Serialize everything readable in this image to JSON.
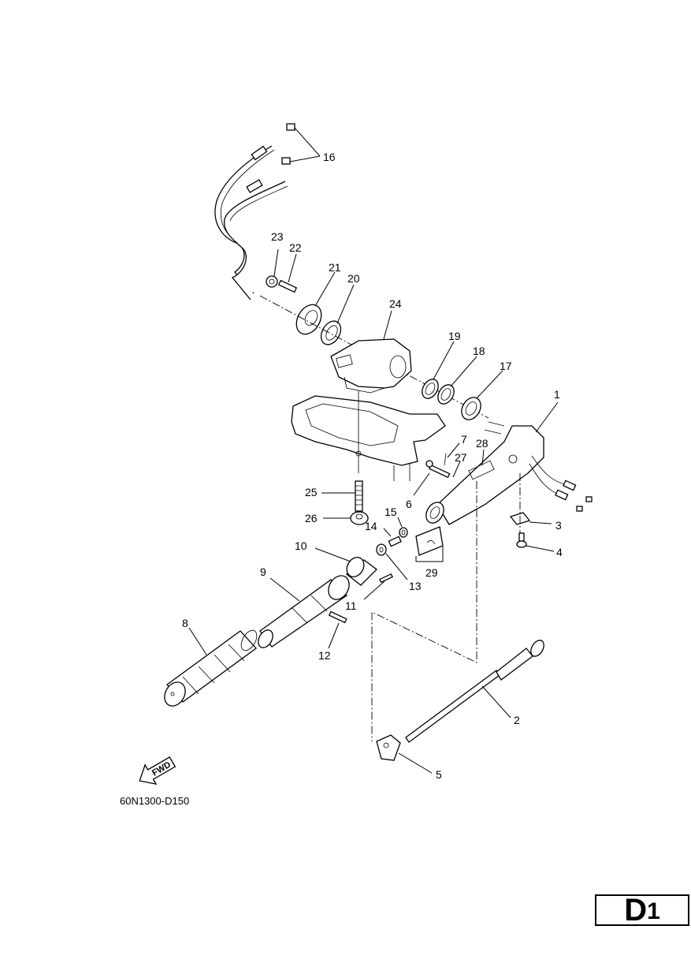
{
  "diagram": {
    "callouts": [
      "1",
      "2",
      "3",
      "4",
      "5",
      "6",
      "7",
      "8",
      "9",
      "10",
      "11",
      "12",
      "13",
      "14",
      "15",
      "16",
      "17",
      "18",
      "19",
      "20",
      "21",
      "22",
      "23",
      "24",
      "25",
      "26",
      "27",
      "28",
      "29"
    ],
    "fwd_label": "FWD",
    "diagram_code": "60N1300-D150"
  },
  "page": {
    "section_letter": "D",
    "section_number": "1"
  }
}
